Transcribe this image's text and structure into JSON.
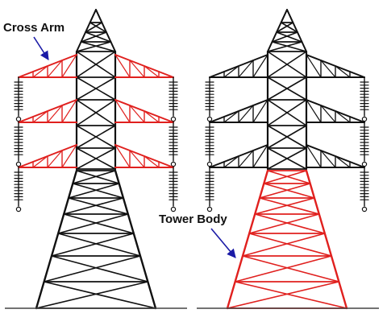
{
  "labels": {
    "cross_arm": "Cross Arm",
    "tower_body": "Tower Body"
  },
  "colors": {
    "structure": "#111111",
    "highlight": "#e0201e",
    "arrow": "#1a1aa6",
    "ground": "#444444"
  },
  "towers": [
    {
      "id": "left",
      "highlight": "cross-arms"
    },
    {
      "id": "right",
      "highlight": "tower-body"
    }
  ],
  "cross_arm_levels": 3
}
